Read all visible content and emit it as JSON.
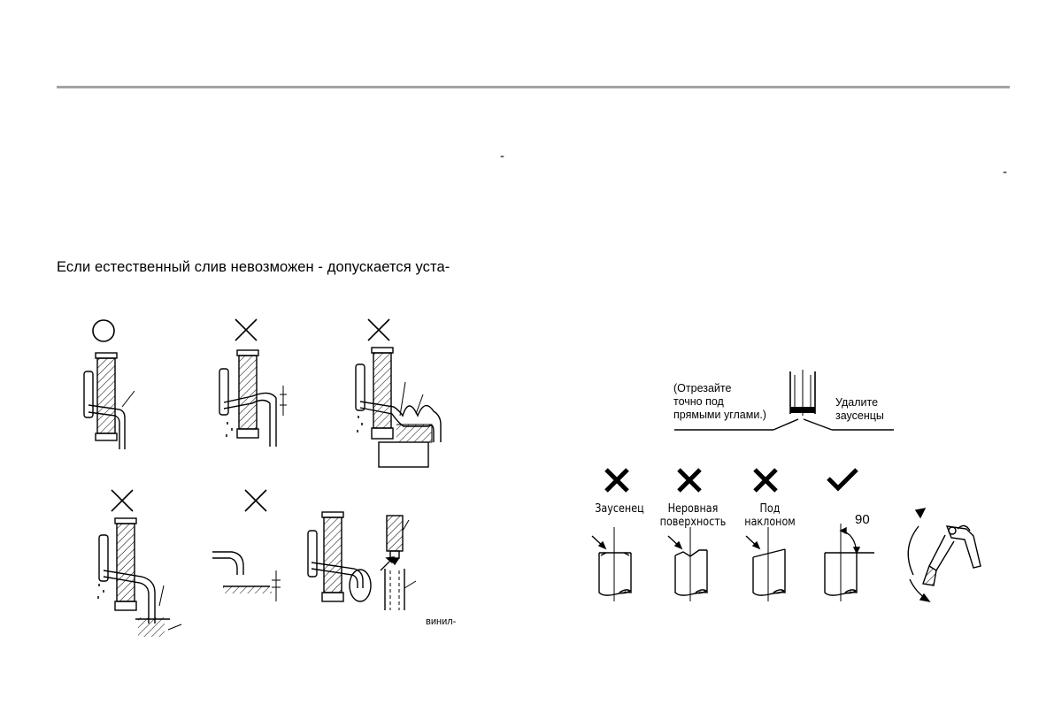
{
  "page": {
    "dash_left": "-",
    "dash_right": "-",
    "paragraph": "Если естественный слив невозможен - допускается уста-",
    "vinyl_label": "винил-"
  },
  "cut_diagram": {
    "left_caption": [
      "(Отрезайте",
      "точно под",
      "прямыми углами.)"
    ],
    "right_caption": [
      "Удалите",
      "заусенцы"
    ]
  },
  "pipe_examples": [
    {
      "mark": "cross",
      "label": [
        "Заусенец"
      ]
    },
    {
      "mark": "cross",
      "label": [
        "Неровная",
        "поверхность"
      ]
    },
    {
      "mark": "cross",
      "label": [
        "Под",
        "наклоном"
      ]
    },
    {
      "mark": "check",
      "label": []
    }
  ],
  "angle_label": "90",
  "drain_examples": [
    {
      "mark": "circle"
    },
    {
      "mark": "cross"
    },
    {
      "mark": "cross"
    },
    {
      "mark": "cross"
    },
    {
      "mark": "cross"
    }
  ]
}
